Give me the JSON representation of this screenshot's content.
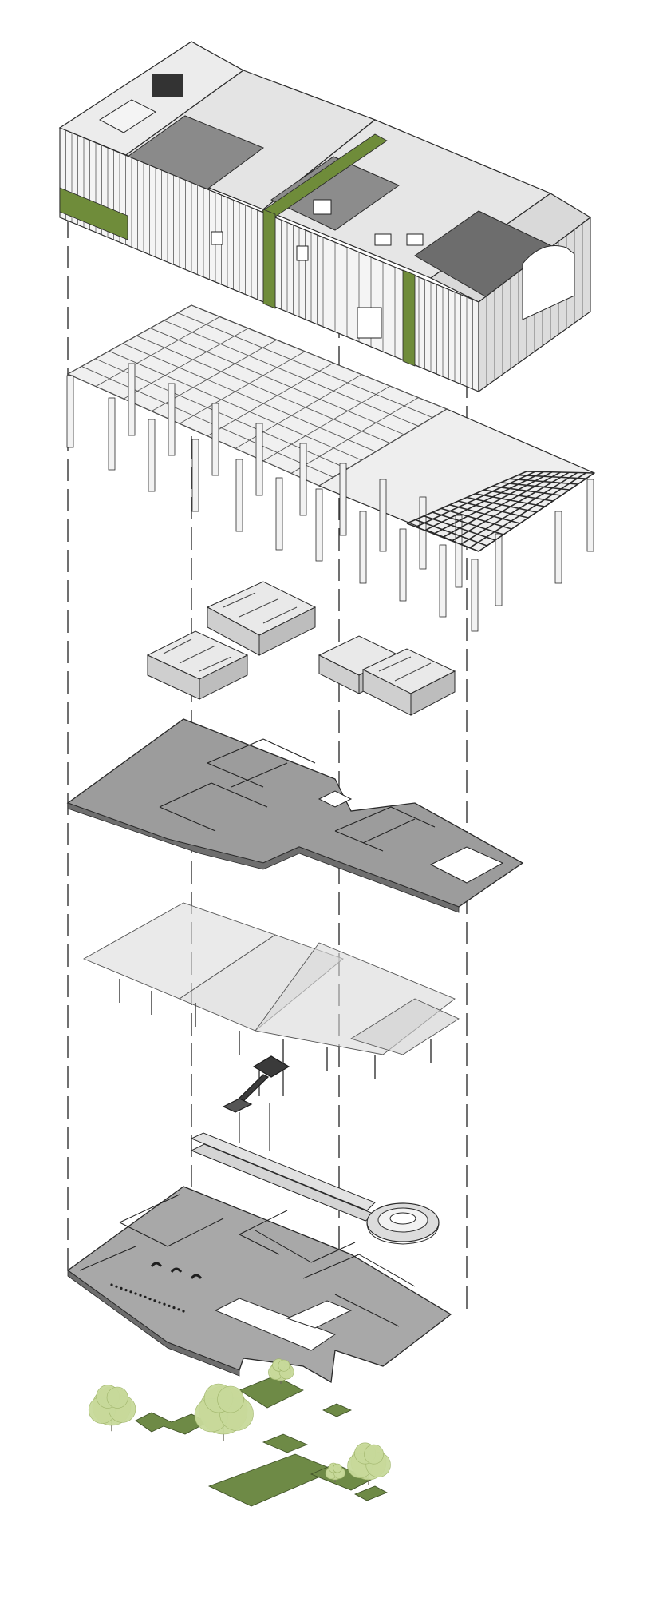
{
  "diagram": {
    "kind": "exploded-axonometric",
    "layers": [
      {
        "name": "roof-and-facade"
      },
      {
        "name": "structural-frame"
      },
      {
        "name": "interior-wall-modules"
      },
      {
        "name": "floor-slab-with-plan"
      },
      {
        "name": "translucent-ceiling-canopy"
      },
      {
        "name": "stair-and-spiral-ramp"
      },
      {
        "name": "ground-floor-plan"
      },
      {
        "name": "landscape-and-trees"
      }
    ],
    "colors": {
      "facade_green": "#6f8c3a",
      "outline": "#2a2a2a",
      "roof_light": "#e6e6e6",
      "roof_glass": "#bcbcbc",
      "dark_pergola": "#5a5a5a",
      "slab_gray": "#9c9c9c",
      "canopy": "#d8d8d8",
      "lawn_green": "#6e8a46",
      "tree_green": "#c7d99a",
      "dash_line": "#333333"
    },
    "icons": [
      "tree-icon",
      "stair-icon",
      "ramp-icon"
    ]
  }
}
